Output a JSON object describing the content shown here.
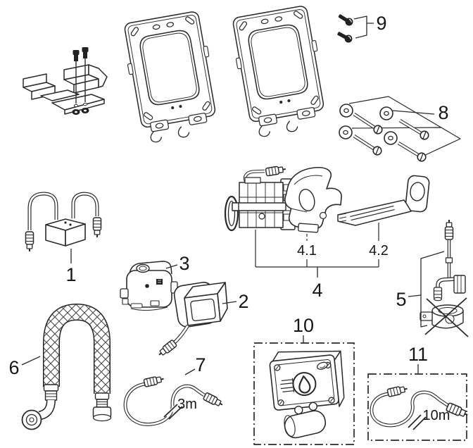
{
  "diagram": {
    "background_color": "#ffffff",
    "line_color": "#2a2a2a",
    "labels": {
      "part1": "1",
      "part2": "2",
      "part3": "3",
      "part4": "4",
      "part4_1": "4.1",
      "part4_2": "4.2",
      "part5": "5",
      "part6": "6",
      "part7": "7",
      "part8": "8",
      "part9": "9",
      "part10": "10",
      "part11": "11"
    },
    "annotations": {
      "part7_cable_length": "3m",
      "part11_cable_length": "10m"
    }
  }
}
